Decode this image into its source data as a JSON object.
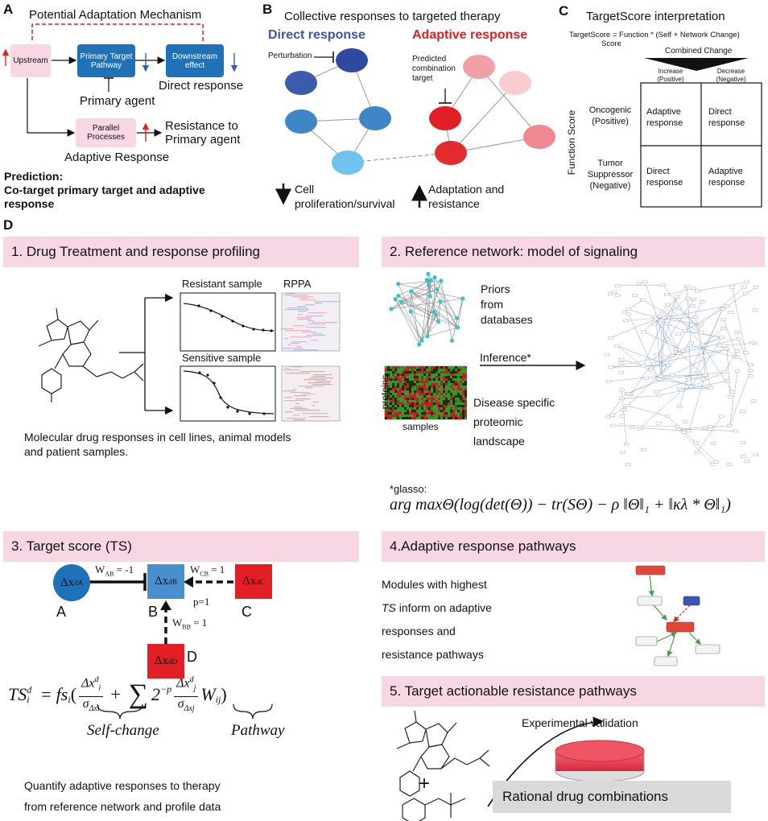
{
  "panelA": {
    "letter": "A",
    "title": "Potential Adaptation Mechanism",
    "upstream": "Upstream",
    "primary_target_pathway": "Primary Target Pathway",
    "downstream_effect": "Downstream effect",
    "direct_response": "Direct response",
    "primary_agent": "Primary agent",
    "parallel_processes": "Parallel Processes",
    "resistance_line1": "Resistance to",
    "resistance_line2": "Primary agent",
    "adaptive_response": "Adaptive Response",
    "prediction_title": "Prediction:",
    "prediction_line1": "Co-target primary target and adaptive",
    "prediction_line2": "response"
  },
  "panelB": {
    "letter": "B",
    "title": "Collective responses to targeted therapy",
    "direct_header": "Direct response",
    "adaptive_header": "Adaptive response",
    "perturbation": "Perturbation",
    "predicted_line1": "Predicted",
    "predicted_line2": "combination",
    "predicted_line3": "target",
    "cell_line1": "Cell",
    "cell_line2": "proliferation/survival",
    "adapt_line1": "Adaptation and",
    "adapt_line2": "resistance",
    "colors": {
      "direct": "#3a55a4",
      "adaptive": "#e31e24"
    }
  },
  "panelC": {
    "letter": "C",
    "title": "TargetScore interpretation",
    "formula_line1": "TargetScore = Function * (Self + Network Change)",
    "formula_line2": "Score",
    "combined_change": "Combined Change",
    "increase": "Increase",
    "increase_sub": "(Positive)",
    "decrease": "Decrease",
    "decrease_sub": "(Negative)",
    "function_score": "Function Score",
    "oncogenic": "Oncogenic",
    "oncogenic_sub": "(Positive)",
    "tumor_line1": "Tumor",
    "tumor_line2": "Suppressor",
    "tumor_line3": "(Negative)",
    "cell_adaptive_1": "Adaptive",
    "cell_adaptive_2": "response",
    "cell_direct_1": "Direct",
    "cell_direct_2": "response"
  },
  "panelD": {
    "letter": "D",
    "step1": {
      "header": "1. Drug Treatment and response profiling",
      "resistant": "Resistant sample",
      "rppa": "RPPA",
      "sensitive": "Sensitive sample",
      "caption_line1": "Molecular drug responses in cell lines, animal models",
      "caption_line2": "and patient samples."
    },
    "step2": {
      "header": "2. Reference network: model of signaling",
      "priors_line1": "Priors",
      "priors_line2": "from",
      "priors_line3": "databases",
      "inference": "Inference*",
      "disease_line1": "Disease specific",
      "disease_line2": "proteomic",
      "disease_line3": "landscape",
      "proteins": "proteins",
      "samples": "samples",
      "glasso_label": "*glasso:",
      "glasso_formula": "arg maxΘ(log(det(Θ)) − tr(SΘ) − ρ ‖Θ‖₁ + ‖κλ * Θ‖₁)"
    },
    "step3": {
      "header": "3. Target score (TS)",
      "node_a": "Δx",
      "node_a_sup": "d",
      "node_a_sub": "A",
      "node_b_sub": "B",
      "node_c_sub": "C",
      "node_d_sub": "D",
      "label_a": "A",
      "label_b": "B",
      "label_c": "C",
      "label_d": "D",
      "w_ab": "W",
      "w_ab_sub": "AB",
      "w_ab_val": "= -1",
      "w_cb_sub": "CB",
      "w_cb_val": "= 1",
      "w_bb_sub": "BB",
      "w_bb_val": "= 1",
      "p_eq": "p=1",
      "self_change": "Self-change",
      "pathway": "Pathway",
      "caption_line1": "Quantify adaptive responses to therapy",
      "caption_line2": "from reference network and profile data"
    },
    "step4": {
      "header": "4.Adaptive response pathways",
      "line1": "Modules with highest",
      "line2_italic": "TS",
      "line2_rest": " inform on adaptive",
      "line3": "responses and",
      "line4": "resistance pathways"
    },
    "step5": {
      "header": "5. Target actionable resistance  pathways",
      "experimental": "Experimental validation",
      "plus": "+",
      "rational": "Rational drug combinations"
    }
  }
}
